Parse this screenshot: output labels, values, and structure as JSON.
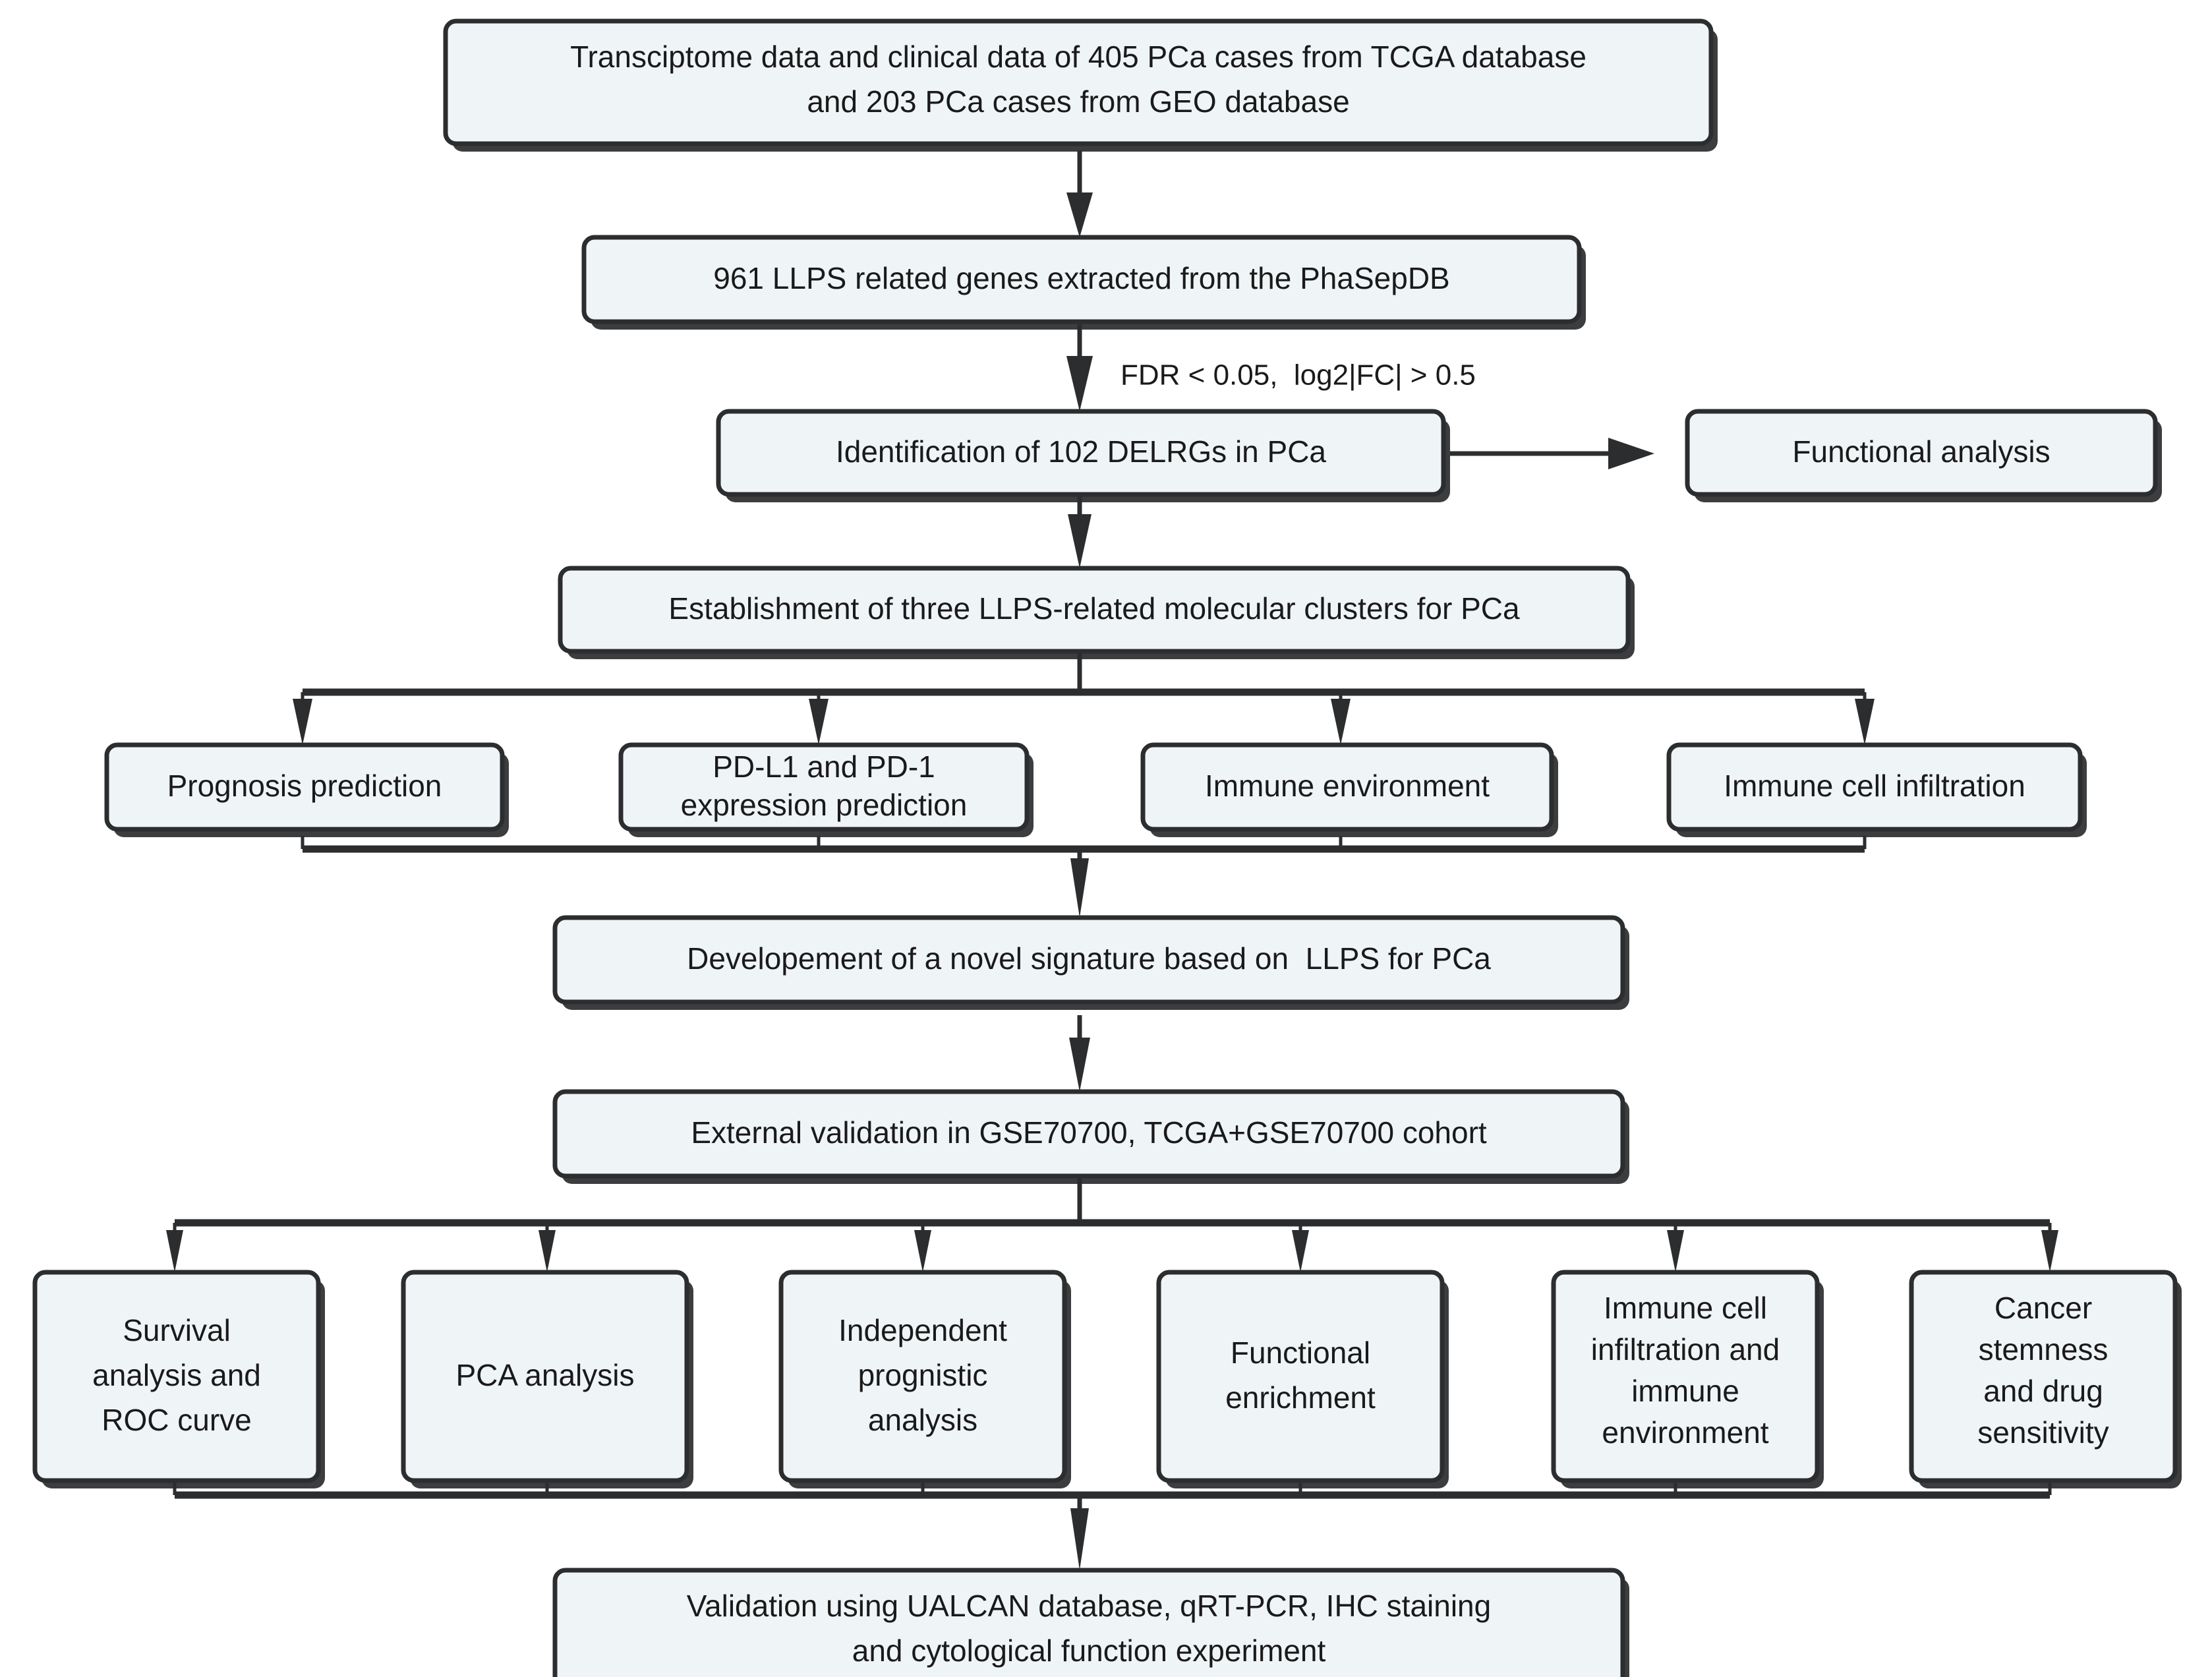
{
  "diagram": {
    "title": "LLPS-related prognostic signature study workflow",
    "colors": {
      "node_fill": "#eff4f7",
      "node_stroke": "#2b2d2f",
      "text": "#1a1a1a",
      "background": "#ffffff"
    },
    "nodes": {
      "data_source": {
        "lines": [
          "Transciptome data and clinical data of 405 PCa cases from TCGA database",
          "and 203 PCa cases from GEO database"
        ]
      },
      "llps_genes": {
        "lines": [
          "961 LLPS related genes extracted from the PhaSepDB"
        ]
      },
      "delrgs": {
        "lines": [
          "Identification of 102 DELRGs in PCa"
        ]
      },
      "functional_analysis": {
        "lines": [
          "Functional analysis"
        ]
      },
      "clusters": {
        "lines": [
          "Establishment of three LLPS-related molecular clusters for PCa"
        ]
      },
      "prognosis_prediction": {
        "lines": [
          "Prognosis prediction"
        ]
      },
      "pdl1_pd1": {
        "lines": [
          "PD-L1 and PD-1",
          "expression prediction"
        ]
      },
      "immune_environment": {
        "lines": [
          "Immune environment"
        ]
      },
      "immune_cell_infiltration": {
        "lines": [
          "Immune cell infiltration"
        ]
      },
      "signature_development": {
        "lines": [
          "Developement of a novel signature based on  LLPS for PCa"
        ]
      },
      "external_validation": {
        "lines": [
          "External validation in GSE70700, TCGA+GSE70700 cohort"
        ]
      },
      "survival_roc": {
        "lines": [
          "Survival",
          "analysis and",
          "ROC curve"
        ]
      },
      "pca_analysis": {
        "lines": [
          "PCA analysis"
        ]
      },
      "independent_prognostic": {
        "lines": [
          "Independent",
          "prognistic",
          "analysis"
        ]
      },
      "functional_enrichment": {
        "lines": [
          "Functional",
          "enrichment"
        ]
      },
      "immune_infiltration_env": {
        "lines": [
          "Immune cell",
          "infiltration and",
          "immune",
          "environment"
        ]
      },
      "cancer_stemness": {
        "lines": [
          "Cancer",
          "stemness",
          "and drug",
          "sensitivity"
        ]
      },
      "final_validation": {
        "lines": [
          "Validation using UALCAN database, qRT-PCR, IHC staining",
          "and cytological function experiment"
        ]
      }
    },
    "edge_labels": {
      "fdr_filter": "FDR < 0.05,  log2|FC| > 0.5"
    }
  }
}
